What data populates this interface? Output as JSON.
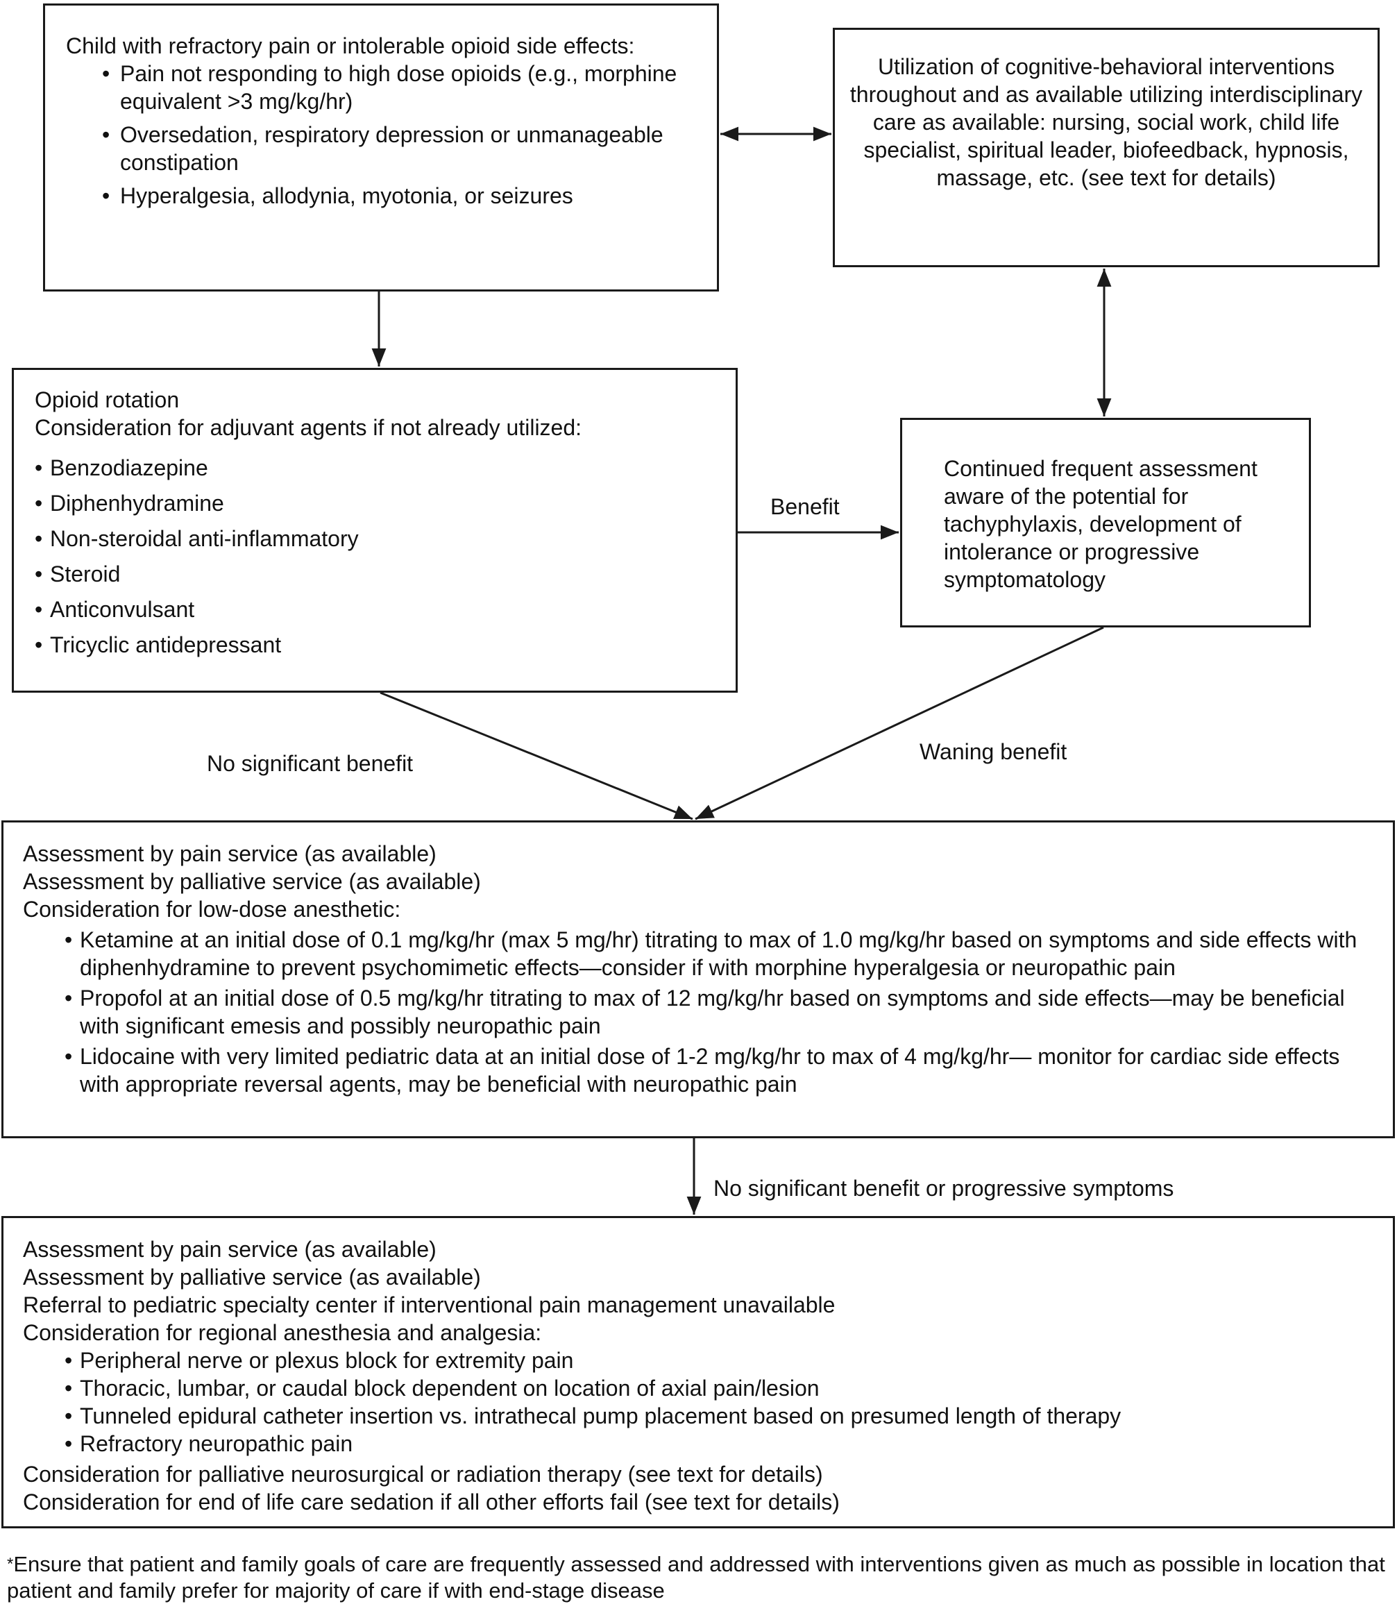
{
  "boxes": {
    "refractory": {
      "heading": "Child with refractory pain or intolerable opioid side effects:",
      "items": [
        "Pain not responding to high dose opioids (e.g., morphine equivalent >3 mg/kg/hr)",
        "Oversedation, respiratory depression or unmanageable constipation",
        "Hyperalgesia, allodynia, myotonia, or seizures"
      ]
    },
    "cognitive": {
      "text": "Utilization of cognitive-behavioral interventions throughout and as available utilizing interdisciplinary care as available: nursing, social work, child life specialist, spiritual leader, biofeedback, hypnosis, massage, etc. (see text for details)"
    },
    "rotation": {
      "line1": "Opioid rotation",
      "line2": "Consideration for adjuvant agents if not already utilized:",
      "items": [
        "Benzodiazepine",
        "Diphenhydramine",
        "Non-steroidal anti-inflammatory",
        "Steroid",
        "Anticonvulsant",
        "Tricyclic antidepressant"
      ]
    },
    "continued": {
      "text": "Continued frequent assessment aware of the potential for tachyphylaxis, development of intolerance or progressive symptomatology"
    },
    "anesthetic": {
      "line1": "Assessment by pain service (as available)",
      "line2": "Assessment by palliative service (as available)",
      "line3": "Consideration for low-dose anesthetic:",
      "items": [
        "Ketamine at an initial dose of 0.1 mg/kg/hr (max 5 mg/hr) titrating to max of 1.0 mg/kg/hr based on symptoms and side effects with diphenhydramine to prevent psychomimetic effects—consider if with morphine hyperalgesia or neuropathic pain",
        "Propofol at an initial dose of 0.5 mg/kg/hr titrating to max of 12 mg/kg/hr based on symptoms and side effects—may be beneficial with significant emesis and possibly neuropathic pain",
        "Lidocaine with very limited pediatric data at an initial dose of 1-2 mg/kg/hr to max of 4 mg/kg/hr— monitor for cardiac side effects with appropriate reversal agents, may be beneficial with neuropathic pain"
      ]
    },
    "regional": {
      "line1": "Assessment by pain service (as available)",
      "line2": "Assessment by palliative service (as available)",
      "line3": "Referral to pediatric specialty center if interventional pain management unavailable",
      "line4": "Consideration for regional anesthesia and analgesia:",
      "items": [
        "Peripheral nerve or plexus block for extremity pain",
        "Thoracic, lumbar, or caudal block dependent on location of axial pain/lesion",
        "Tunneled epidural catheter insertion vs. intrathecal pump placement based on presumed length of therapy",
        "Refractory neuropathic pain"
      ],
      "line5": "Consideration for palliative neurosurgical or radiation therapy (see text for details)",
      "line6": "Consideration for end of life care sedation if all other efforts fail (see text for details)"
    }
  },
  "edge_labels": {
    "benefit": "Benefit",
    "no_significant_benefit": "No significant benefit",
    "waning_benefit": "Waning benefit",
    "no_benefit_or_progressive": "No significant benefit or progressive symptoms"
  },
  "footnote": {
    "mark": "*",
    "text": "Ensure that patient and family goals of care are frequently assessed and addressed with interventions given as much as possible in location that patient and family prefer for majority of care if with end-stage disease"
  }
}
